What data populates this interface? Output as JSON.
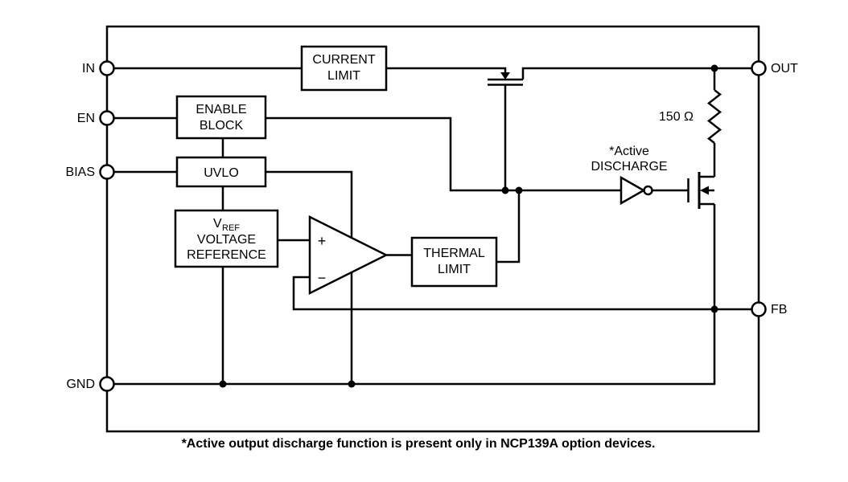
{
  "pins": {
    "in": "IN",
    "en": "EN",
    "bias": "BIAS",
    "gnd": "GND",
    "out": "OUT",
    "fb": "FB"
  },
  "blocks": {
    "current_limit": {
      "line1": "CURRENT",
      "line2": "LIMIT"
    },
    "enable_block": {
      "line1": "ENABLE",
      "line2": "BLOCK"
    },
    "uvlo": {
      "label": "UVLO"
    },
    "voltage_reference": {
      "symbol": "V",
      "symbol_sub": "REF",
      "line2": "VOLTAGE",
      "line3": "REFERENCE"
    },
    "thermal_limit": {
      "line1": "THERMAL",
      "line2": "LIMIT"
    }
  },
  "error_amplifier": {
    "noninverting_label": "+",
    "inverting_label": "−"
  },
  "annotations": {
    "resistor_value": "150 Ω",
    "active_discharge_line1": "*Active",
    "active_discharge_line2": "DISCHARGE"
  },
  "footnote": "*Active output discharge function is present only in NCP139A option devices.",
  "colors": {
    "line": "#000000",
    "background": "#ffffff"
  }
}
